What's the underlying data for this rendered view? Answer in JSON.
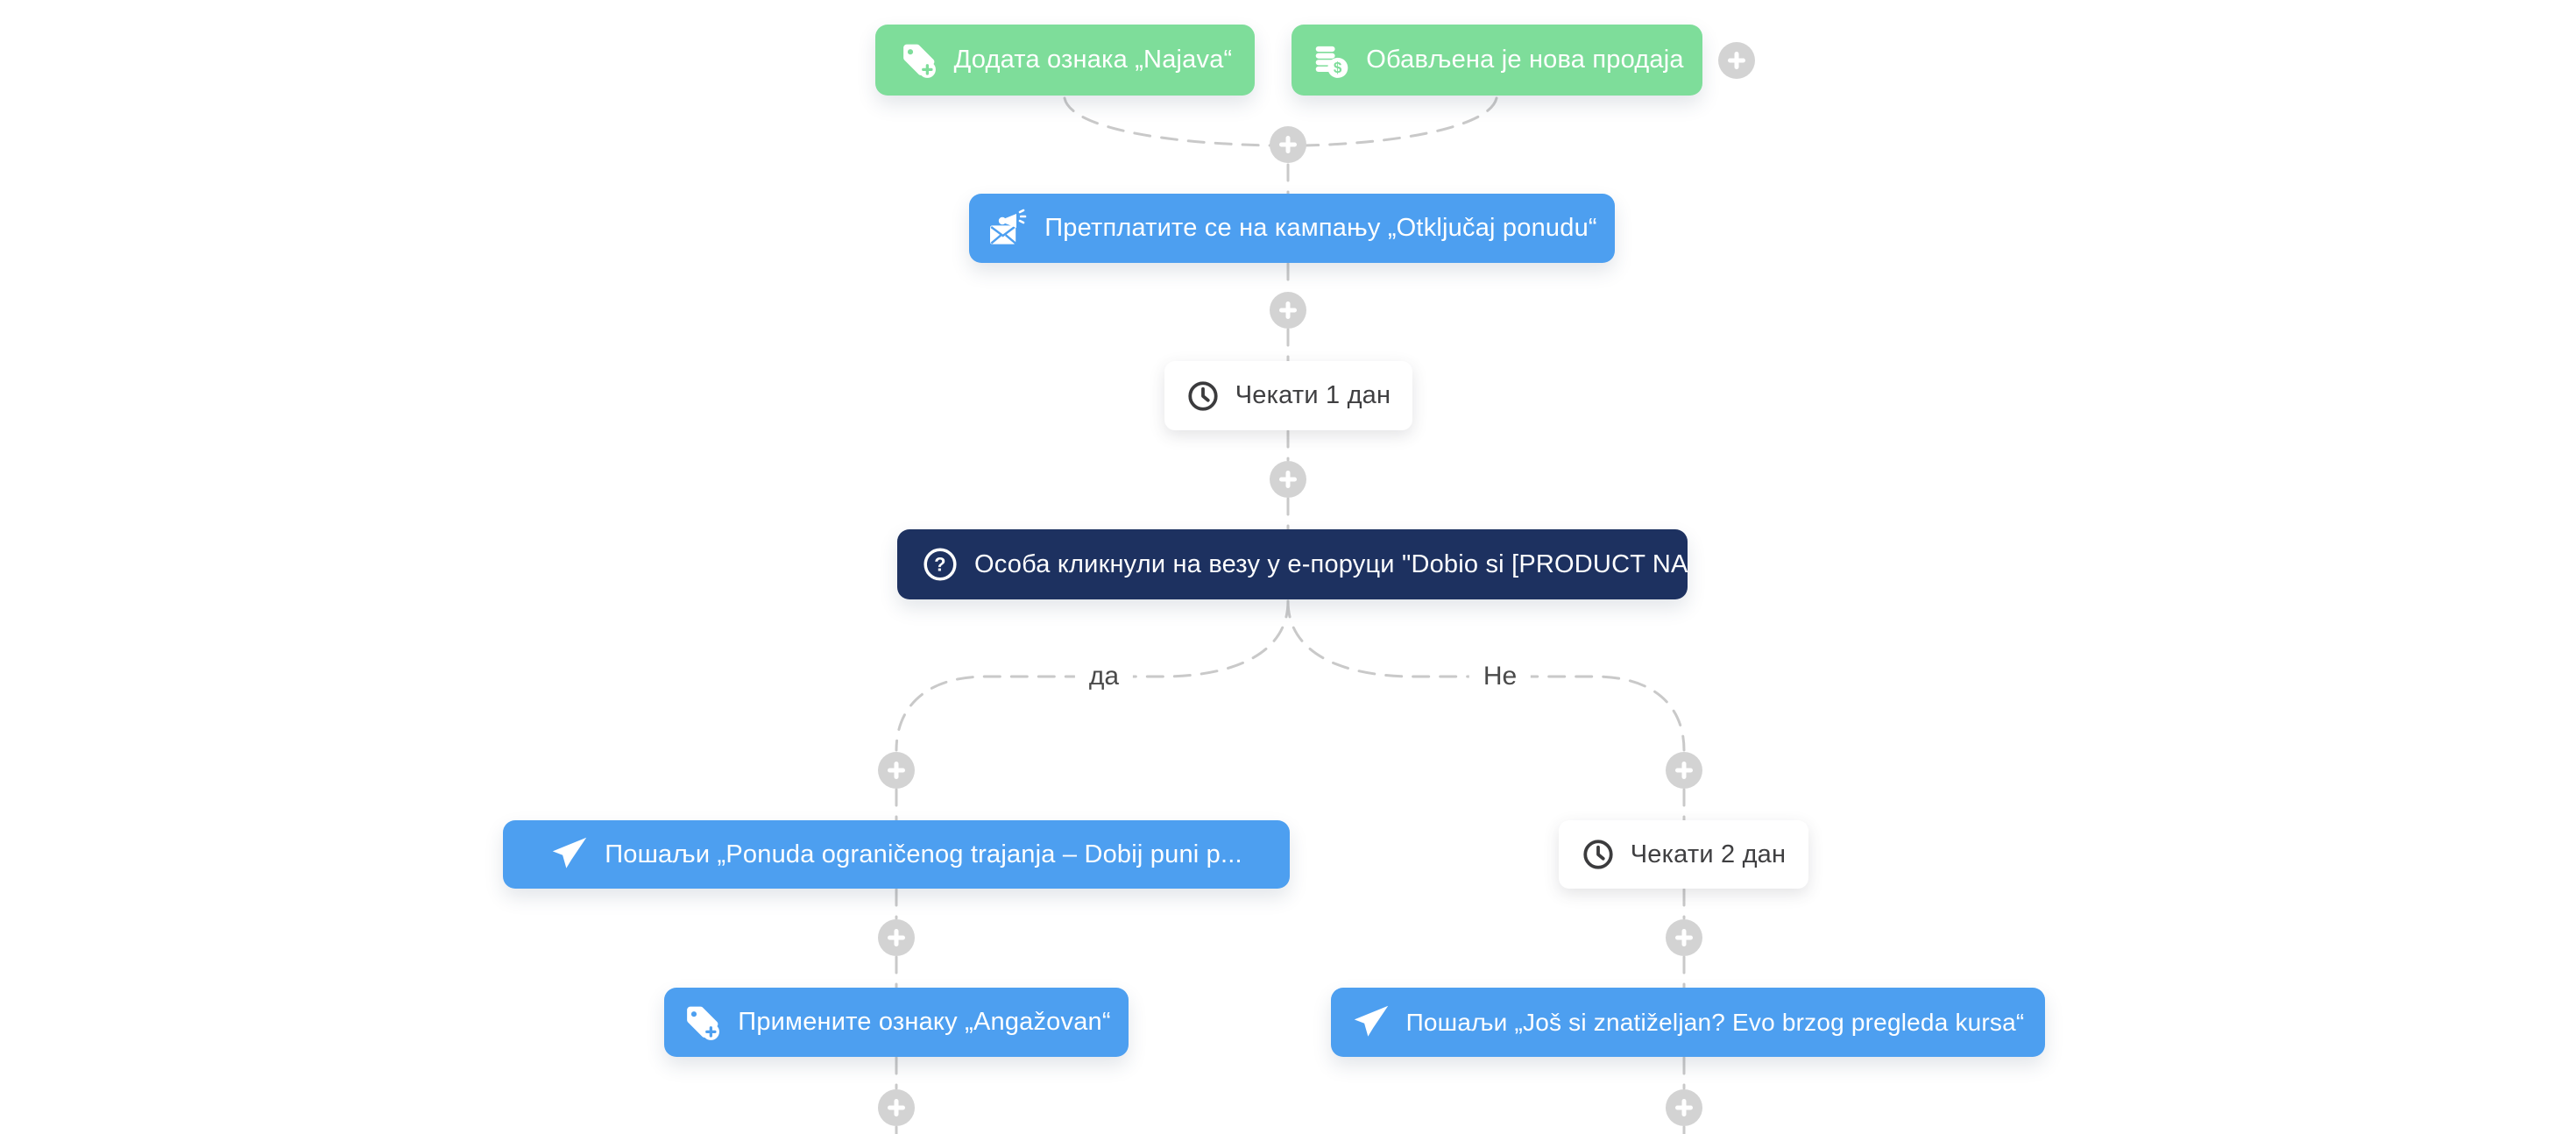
{
  "app": {
    "view": "automation-flow-builder",
    "background": "#ffffff"
  },
  "colors": {
    "trigger_green": "#7edd9a",
    "action_blue": "#4d9ff0",
    "condition_navy": "#1d3160",
    "connector_gray": "#c9c9c9",
    "plus_button_gray": "#d3d3d3",
    "wait_card_text": "#3f3f41",
    "branch_label_text": "#4a4a4a"
  },
  "branch": {
    "yes_label": "да",
    "no_label": "Не"
  },
  "nodes": [
    {
      "id": "trigger-tag-added",
      "type": "trigger",
      "icon": "tag-plus-icon",
      "label": "Додата ознака „Najava“"
    },
    {
      "id": "trigger-new-sale",
      "type": "trigger",
      "icon": "coins-icon",
      "label": "Обављена је нова продаја"
    },
    {
      "id": "action-subscribe-campaign",
      "type": "action",
      "icon": "campaign-icon",
      "label": "Претплатите се на кампању „Otključaj ponudu“"
    },
    {
      "id": "wait-1-day",
      "type": "wait",
      "icon": "clock-icon",
      "label": "Чекати 1 дан"
    },
    {
      "id": "condition-link-clicked",
      "type": "condition",
      "icon": "question-icon",
      "label": "Особа кликнули на везу у е-поруци \"Dobio si [PRODUCT NAM"
    },
    {
      "id": "action-send-offer",
      "type": "action",
      "icon": "send-icon",
      "label": "Пошаљи „Ponuda ograničenog trajanja – Dobij puni p..."
    },
    {
      "id": "wait-2-days",
      "type": "wait",
      "icon": "clock-icon",
      "label": "Чекати 2 дан"
    },
    {
      "id": "action-apply-tag",
      "type": "action",
      "icon": "tag-plus-icon",
      "label": "Примените ознаку „Angažovan“"
    },
    {
      "id": "action-send-reminder",
      "type": "action",
      "icon": "send-icon",
      "label": "Пошаљи „Još si znatiželjan? Evo brzog pregleda kursa“"
    }
  ]
}
